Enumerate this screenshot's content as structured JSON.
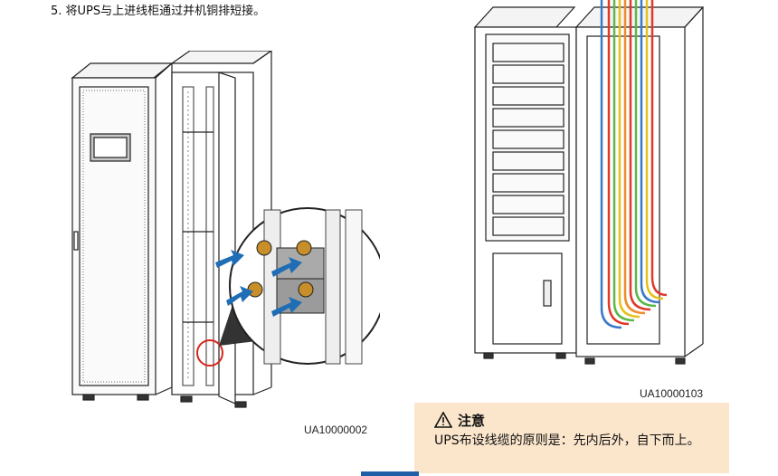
{
  "step": {
    "text": "5.  将UPS与上进线柜通过并机铜排短接。"
  },
  "figures": [
    {
      "id": "UA10000002"
    },
    {
      "id": "UA10000103"
    }
  ],
  "note": {
    "title": "注意",
    "body": "UPS布设线缆的原则是：先内后外，自下而上。",
    "icon": "warning-triangle-icon"
  },
  "colors": {
    "line": "#222222",
    "arrow": "#1f6db5",
    "callout": "#d9261c",
    "note_bg": "#fbe6cc",
    "cable_red": "#e0392b",
    "cable_green": "#5bb849",
    "cable_blue": "#3a79c8",
    "cable_yellow": "#e5c21a",
    "cable_orange": "#f08b2a"
  }
}
